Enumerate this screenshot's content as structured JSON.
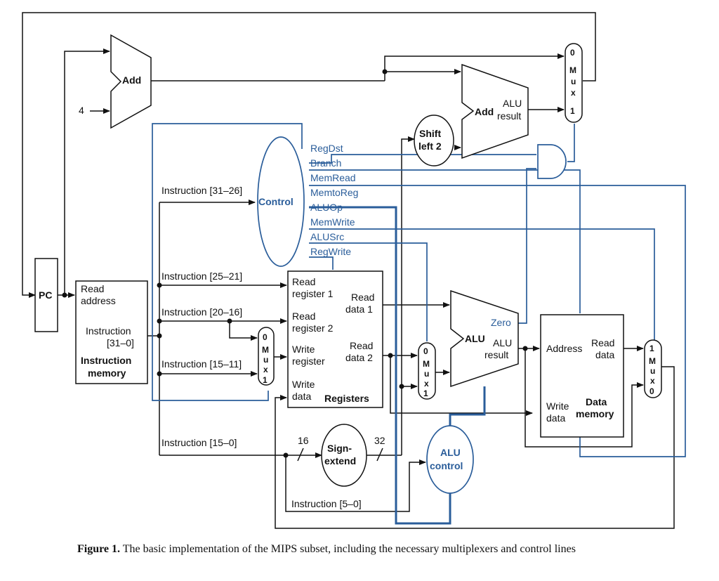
{
  "blocks": {
    "pc": "PC",
    "add_top": "Add",
    "const_four": "4",
    "add_branch": "Add",
    "alu_result_top": "ALU",
    "alu_result_bottom": "result",
    "shift": {
      "line1": "Shift",
      "line2": "left 2"
    },
    "control": "Control",
    "instr_mem": {
      "read": "Read",
      "address": "address",
      "instruction": "Instruction",
      "bits": "[31–0]",
      "name1": "Instruction",
      "name2": "memory"
    },
    "registers": {
      "rr1a": "Read",
      "rr1b": "register 1",
      "rr2a": "Read",
      "rr2b": "register 2",
      "wra": "Write",
      "wrb": "register",
      "wda": "Write",
      "wdb": "data",
      "rd1a": "Read",
      "rd1b": "data 1",
      "rd2a": "Read",
      "rd2b": "data 2",
      "name": "Registers"
    },
    "alu": {
      "name": "ALU",
      "res1": "ALU",
      "res2": "result",
      "zero": "Zero"
    },
    "sign_extend": {
      "line1": "Sign-",
      "line2": "extend",
      "in_bits": "16",
      "out_bits": "32"
    },
    "alu_control": {
      "line1": "ALU",
      "line2": "control"
    },
    "data_mem": {
      "address": "Address",
      "read1": "Read",
      "read2": "data",
      "write1": "Write",
      "write2": "data",
      "name1": "Data",
      "name2": "memory"
    }
  },
  "mux": {
    "letters": [
      "M",
      "u",
      "x"
    ],
    "zero": "0",
    "one": "1"
  },
  "control_signals": [
    "RegDst",
    "Branch",
    "MemRead",
    "MemtoReg",
    "ALUOp",
    "MemWrite",
    "ALUSrc",
    "RegWrite"
  ],
  "instruction_fields": {
    "op": "Instruction [31–26]",
    "rs": "Instruction [25–21]",
    "rt": "Instruction [20–16]",
    "rd": "Instruction [15–11]",
    "imm": "Instruction [15–0]",
    "funct": "Instruction [5–0]"
  },
  "caption": {
    "label": "Figure 1.",
    "text": " The basic implementation of the MIPS subset, including the necessary multiplexers and control lines"
  },
  "colors": {
    "wire": "#111111",
    "control": "#2a5d9a"
  }
}
